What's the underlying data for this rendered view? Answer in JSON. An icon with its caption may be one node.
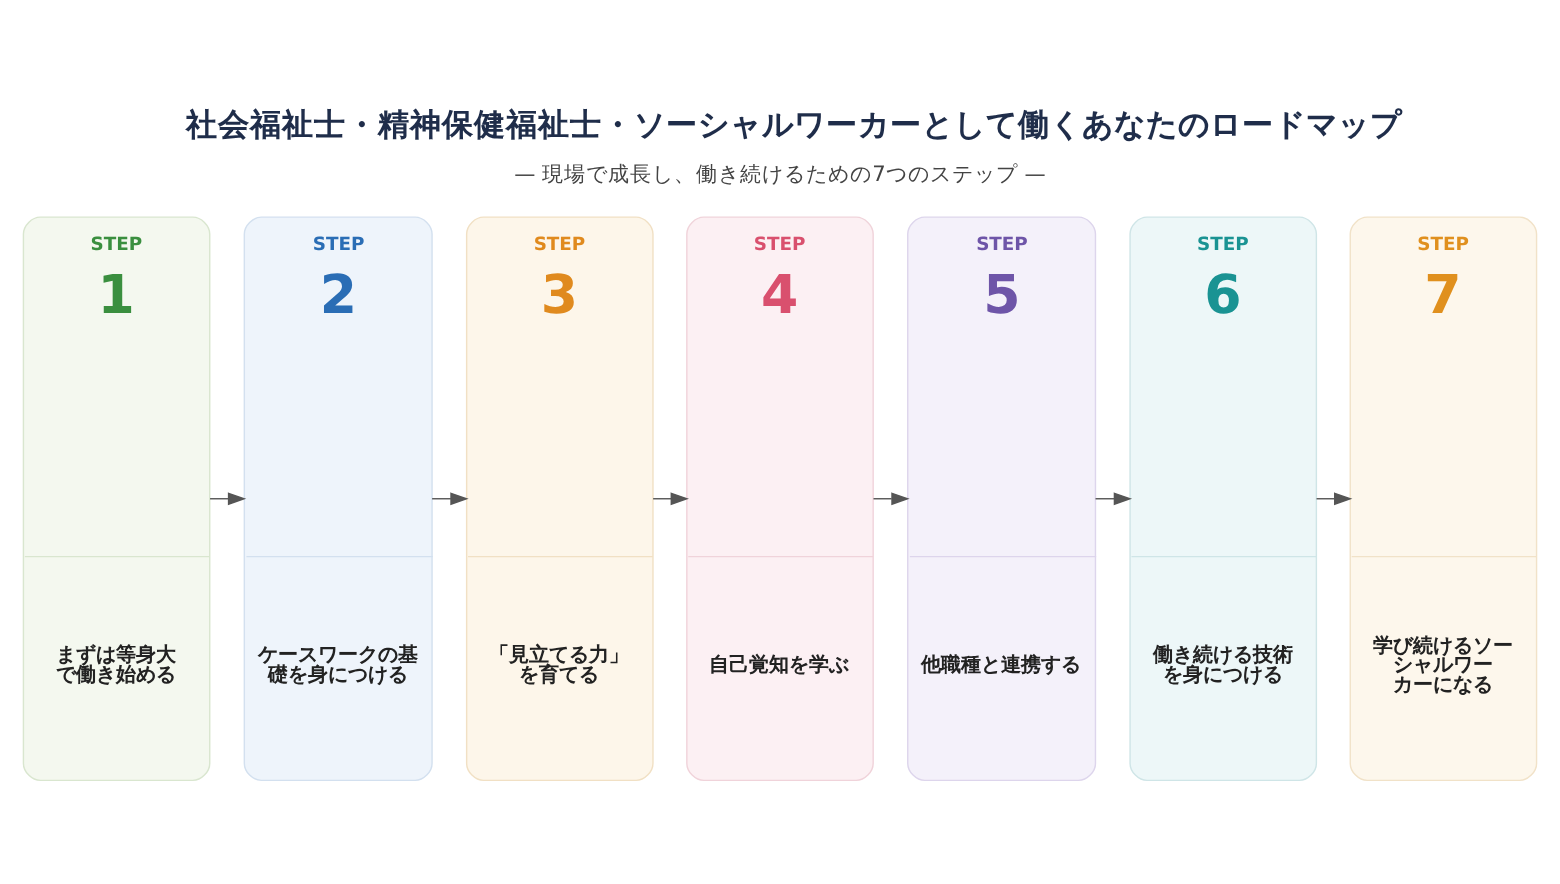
{
  "diagram": {
    "title": "社会福祉士・精神保健福祉士・ソーシャルワーカーとして働くあなたのロードマップ",
    "nodes": [
      {
        "text": [
          "STEP",
          "1",
          "まずは等身大で働き始める"
        ]
      },
      {
        "text": [
          "STEP",
          "2",
          "ケースワークの基礎を身につける"
        ]
      },
      {
        "text": [
          "STEP",
          "3",
          "「見立てる力」を育てる"
        ]
      },
      {
        "text": [
          "STEP",
          "4",
          "自己覚知を学ぶ"
        ]
      },
      {
        "text": [
          "STEP",
          "5",
          "他職種と連携する"
        ]
      },
      {
        "text": [
          "STEP",
          "6",
          "働き続ける技術を身につける"
        ]
      },
      {
        "text": [
          "STEP",
          "7",
          "学び続けるソーシャルワーカーになる"
        ]
      }
    ],
    "edges": [
      {
        "from": 0,
        "to": 1,
        "arrow": "to"
      },
      {
        "from": 1,
        "to": 2,
        "arrow": "to"
      },
      {
        "from": 2,
        "to": 3,
        "arrow": "to"
      },
      {
        "from": 3,
        "to": 4,
        "arrow": "to"
      },
      {
        "from": 4,
        "to": 5,
        "arrow": "to"
      },
      {
        "from": 5,
        "to": 6,
        "arrow": "to"
      }
    ],
    "labels": [
      "— 現場で成長し、働き続けるための7つのステップ —"
    ]
  }
}
